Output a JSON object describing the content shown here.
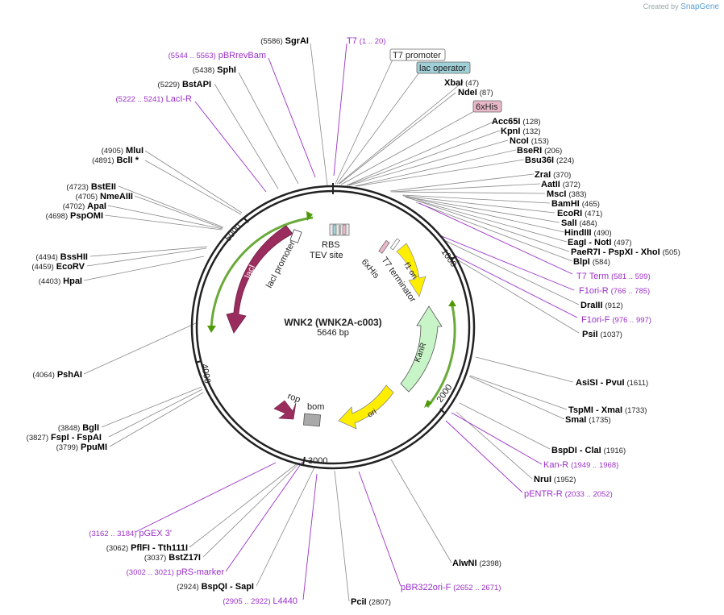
{
  "app": {
    "credit_prefix": "Created by",
    "credit_brand": "SnapGene"
  },
  "plasmid": {
    "name": "WNK2 (WNK2A-c003)",
    "length": "5646 bp",
    "total_bp": 5646
  },
  "ticks": [
    "1000",
    "2000",
    "3000",
    "4000",
    "5000"
  ],
  "colors": {
    "enzyme": "#000000",
    "primer": "#9b30c8",
    "lacI": "#9b2d5e",
    "f1ori": "#ffee00",
    "ori": "#ffee00",
    "kanR": "#c8f5c8",
    "lac_operator": "#9fd0d8",
    "his_tag": "#e8b8c8",
    "orf_arrow": "#4e9a06"
  },
  "enzymes": [
    {
      "name": "SgrAI",
      "pos": "(5586)"
    },
    {
      "name": "SphI",
      "pos": "(5438)"
    },
    {
      "name": "BstAPI",
      "pos": "(5229)"
    },
    {
      "name": "MluI",
      "pos": "(4905)"
    },
    {
      "name": "BclI *",
      "pos": "(4891)"
    },
    {
      "name": "BstEII",
      "pos": "(4723)"
    },
    {
      "name": "NmeAIII",
      "pos": "(4705)"
    },
    {
      "name": "ApaI",
      "pos": "(4702)"
    },
    {
      "name": "PspOMI",
      "pos": "(4698)"
    },
    {
      "name": "BssHII",
      "pos": "(4494)"
    },
    {
      "name": "EcoRV",
      "pos": "(4459)"
    },
    {
      "name": "HpaI",
      "pos": "(4403)"
    },
    {
      "name": "PshAI",
      "pos": "(4064)"
    },
    {
      "name": "BglI",
      "pos": "(3848)"
    },
    {
      "name": "FspI - FspAI",
      "pos": "(3827)"
    },
    {
      "name": "PpuMI",
      "pos": "(3799)"
    },
    {
      "name": "PflFI - Tth111I",
      "pos": "(3062)"
    },
    {
      "name": "BstZ17I",
      "pos": "(3037)"
    },
    {
      "name": "BspQI - SapI",
      "pos": "(2924)"
    },
    {
      "name": "PciI",
      "pos": "(2807)"
    },
    {
      "name": "AlwNI",
      "pos": "(2398)"
    },
    {
      "name": "XbaI",
      "pos": "(47)"
    },
    {
      "name": "NdeI",
      "pos": "(87)"
    },
    {
      "name": "Acc65I",
      "pos": "(128)"
    },
    {
      "name": "KpnI",
      "pos": "(132)"
    },
    {
      "name": "NcoI",
      "pos": "(153)"
    },
    {
      "name": "BseRI",
      "pos": "(206)"
    },
    {
      "name": "Bsu36I",
      "pos": "(224)"
    },
    {
      "name": "ZraI",
      "pos": "(370)"
    },
    {
      "name": "AatII",
      "pos": "(372)"
    },
    {
      "name": "MscI",
      "pos": "(383)"
    },
    {
      "name": "BamHI",
      "pos": "(465)"
    },
    {
      "name": "EcoRI",
      "pos": "(471)"
    },
    {
      "name": "SalI",
      "pos": "(484)"
    },
    {
      "name": "HindIII",
      "pos": "(490)"
    },
    {
      "name": "EagI - NotI",
      "pos": "(497)"
    },
    {
      "name": "PaeR7I - PspXI - XhoI",
      "pos": "(505)"
    },
    {
      "name": "BlpI",
      "pos": "(584)"
    },
    {
      "name": "DraIII",
      "pos": "(912)"
    },
    {
      "name": "PsiI",
      "pos": "(1037)"
    },
    {
      "name": "AsiSI - PvuI",
      "pos": "(1611)"
    },
    {
      "name": "TspMI - XmaI",
      "pos": "(1733)"
    },
    {
      "name": "SmaI",
      "pos": "(1735)"
    },
    {
      "name": "BspDI - ClaI",
      "pos": "(1916)"
    },
    {
      "name": "NruI",
      "pos": "(1952)"
    }
  ],
  "primers": [
    {
      "name": "pBRrevBam",
      "pos": "(5544 .. 5563)"
    },
    {
      "name": "LacI-R",
      "pos": "(5222 .. 5241)"
    },
    {
      "name": "T7",
      "pos": "(1 .. 20)"
    },
    {
      "name": "T7 Term",
      "pos": "(581 .. 599)"
    },
    {
      "name": "F1ori-R",
      "pos": "(766 .. 785)"
    },
    {
      "name": "F1ori-F",
      "pos": "(976 .. 997)"
    },
    {
      "name": "Kan-R",
      "pos": "(1949 .. 1968)"
    },
    {
      "name": "pENTR-R",
      "pos": "(2033 .. 2052)"
    },
    {
      "name": "pGEX 3'",
      "pos": "(3162 .. 3184)"
    },
    {
      "name": "pRS-marker",
      "pos": "(3002 .. 3021)"
    },
    {
      "name": "L4440",
      "pos": "(2905 .. 2922)"
    },
    {
      "name": "pBR322ori-F",
      "pos": "(2652 .. 2671)"
    }
  ],
  "boxed_features": [
    "T7 promoter",
    "lac operator",
    "6xHis"
  ],
  "features": {
    "lacI": "lacI",
    "lacI_promoter": "lacI promoter",
    "rbs": "RBS",
    "tev": "TEV site",
    "his": "6xHis",
    "t7_term": "T7 terminator",
    "f1_ori": "f1 ori",
    "kanR": "KanR",
    "ori": "ori",
    "rop": "rop",
    "bom": "bom"
  }
}
